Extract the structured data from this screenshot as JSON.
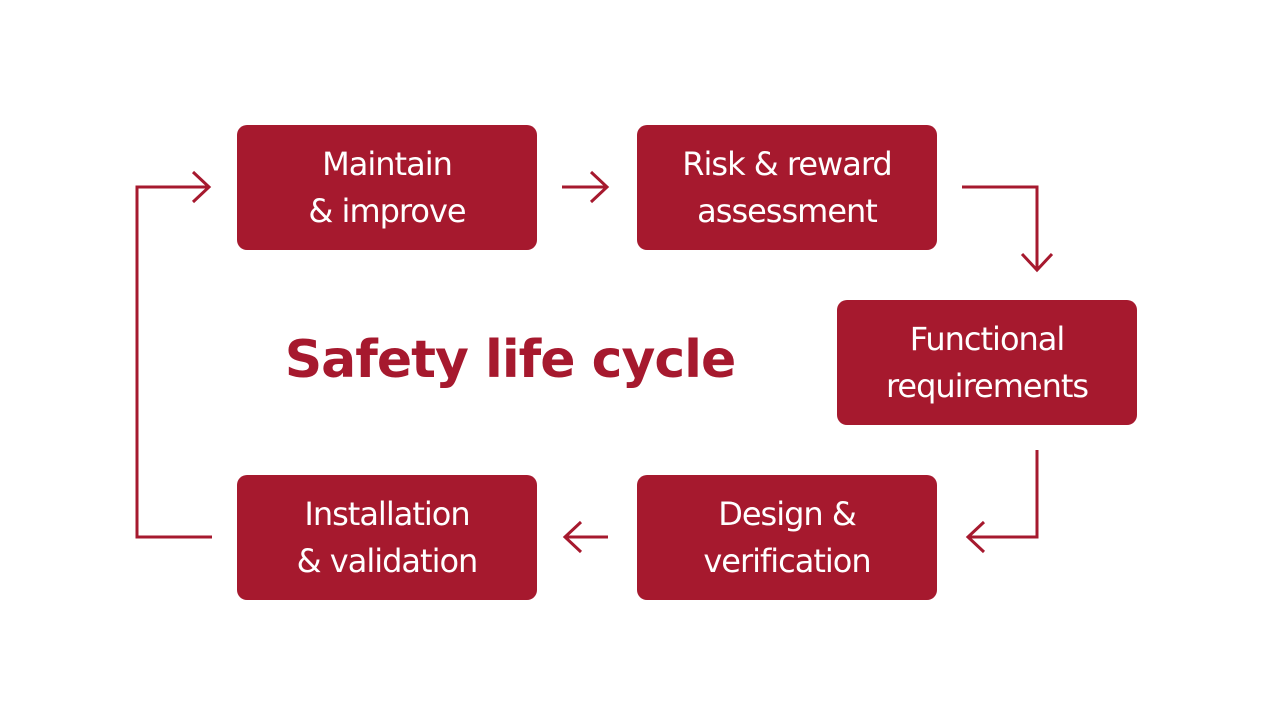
{
  "title": "Safety life cycle",
  "colors": {
    "accent": "#a6192e",
    "background": "#ffffff",
    "box_text": "#ffffff"
  },
  "steps": [
    {
      "line1": "Maintain",
      "line2": "& improve"
    },
    {
      "line1": "Risk & reward",
      "line2": "assessment"
    },
    {
      "line1": "Functional",
      "line2": "requirements"
    },
    {
      "line1": "Design &",
      "line2": "verification"
    },
    {
      "line1": "Installation",
      "line2": "& validation"
    }
  ],
  "flow": [
    {
      "from": "Maintain & improve",
      "to": "Risk & reward assessment"
    },
    {
      "from": "Risk & reward assessment",
      "to": "Functional requirements"
    },
    {
      "from": "Functional requirements",
      "to": "Design & verification"
    },
    {
      "from": "Design & verification",
      "to": "Installation & validation"
    },
    {
      "from": "Installation & validation",
      "to": "Maintain & improve"
    }
  ]
}
